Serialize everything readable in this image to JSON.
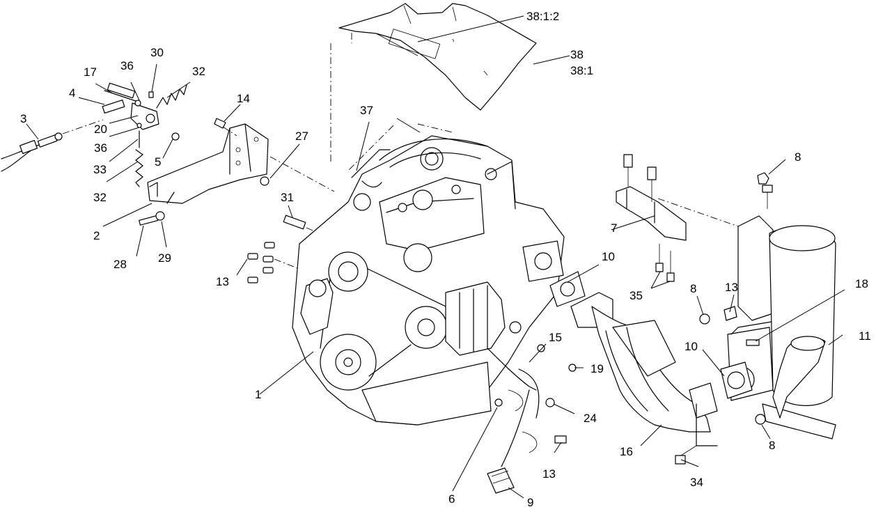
{
  "callouts": {
    "c1": "1",
    "c2": "2",
    "c3": "3",
    "c4": "4",
    "c5": "5",
    "c6": "6",
    "c7": "7",
    "c8a": "8",
    "c8b": "8",
    "c8c": "8",
    "c9": "9",
    "c10a": "10",
    "c10b": "10",
    "c11": "11",
    "c13a": "13",
    "c13b": "13",
    "c13c": "13",
    "c14": "14",
    "c15": "15",
    "c16": "16",
    "c17": "17",
    "c18": "18",
    "c19": "19",
    "c20": "20",
    "c24": "24",
    "c27": "27",
    "c28": "28",
    "c29": "29",
    "c30": "30",
    "c31": "31",
    "c32a": "32",
    "c32b": "32",
    "c33": "33",
    "c34": "34",
    "c35": "35",
    "c36a": "36",
    "c36b": "36",
    "c37": "37",
    "c38": "38",
    "c38_1": "38:1",
    "c38_1_2": "38:1:2"
  }
}
